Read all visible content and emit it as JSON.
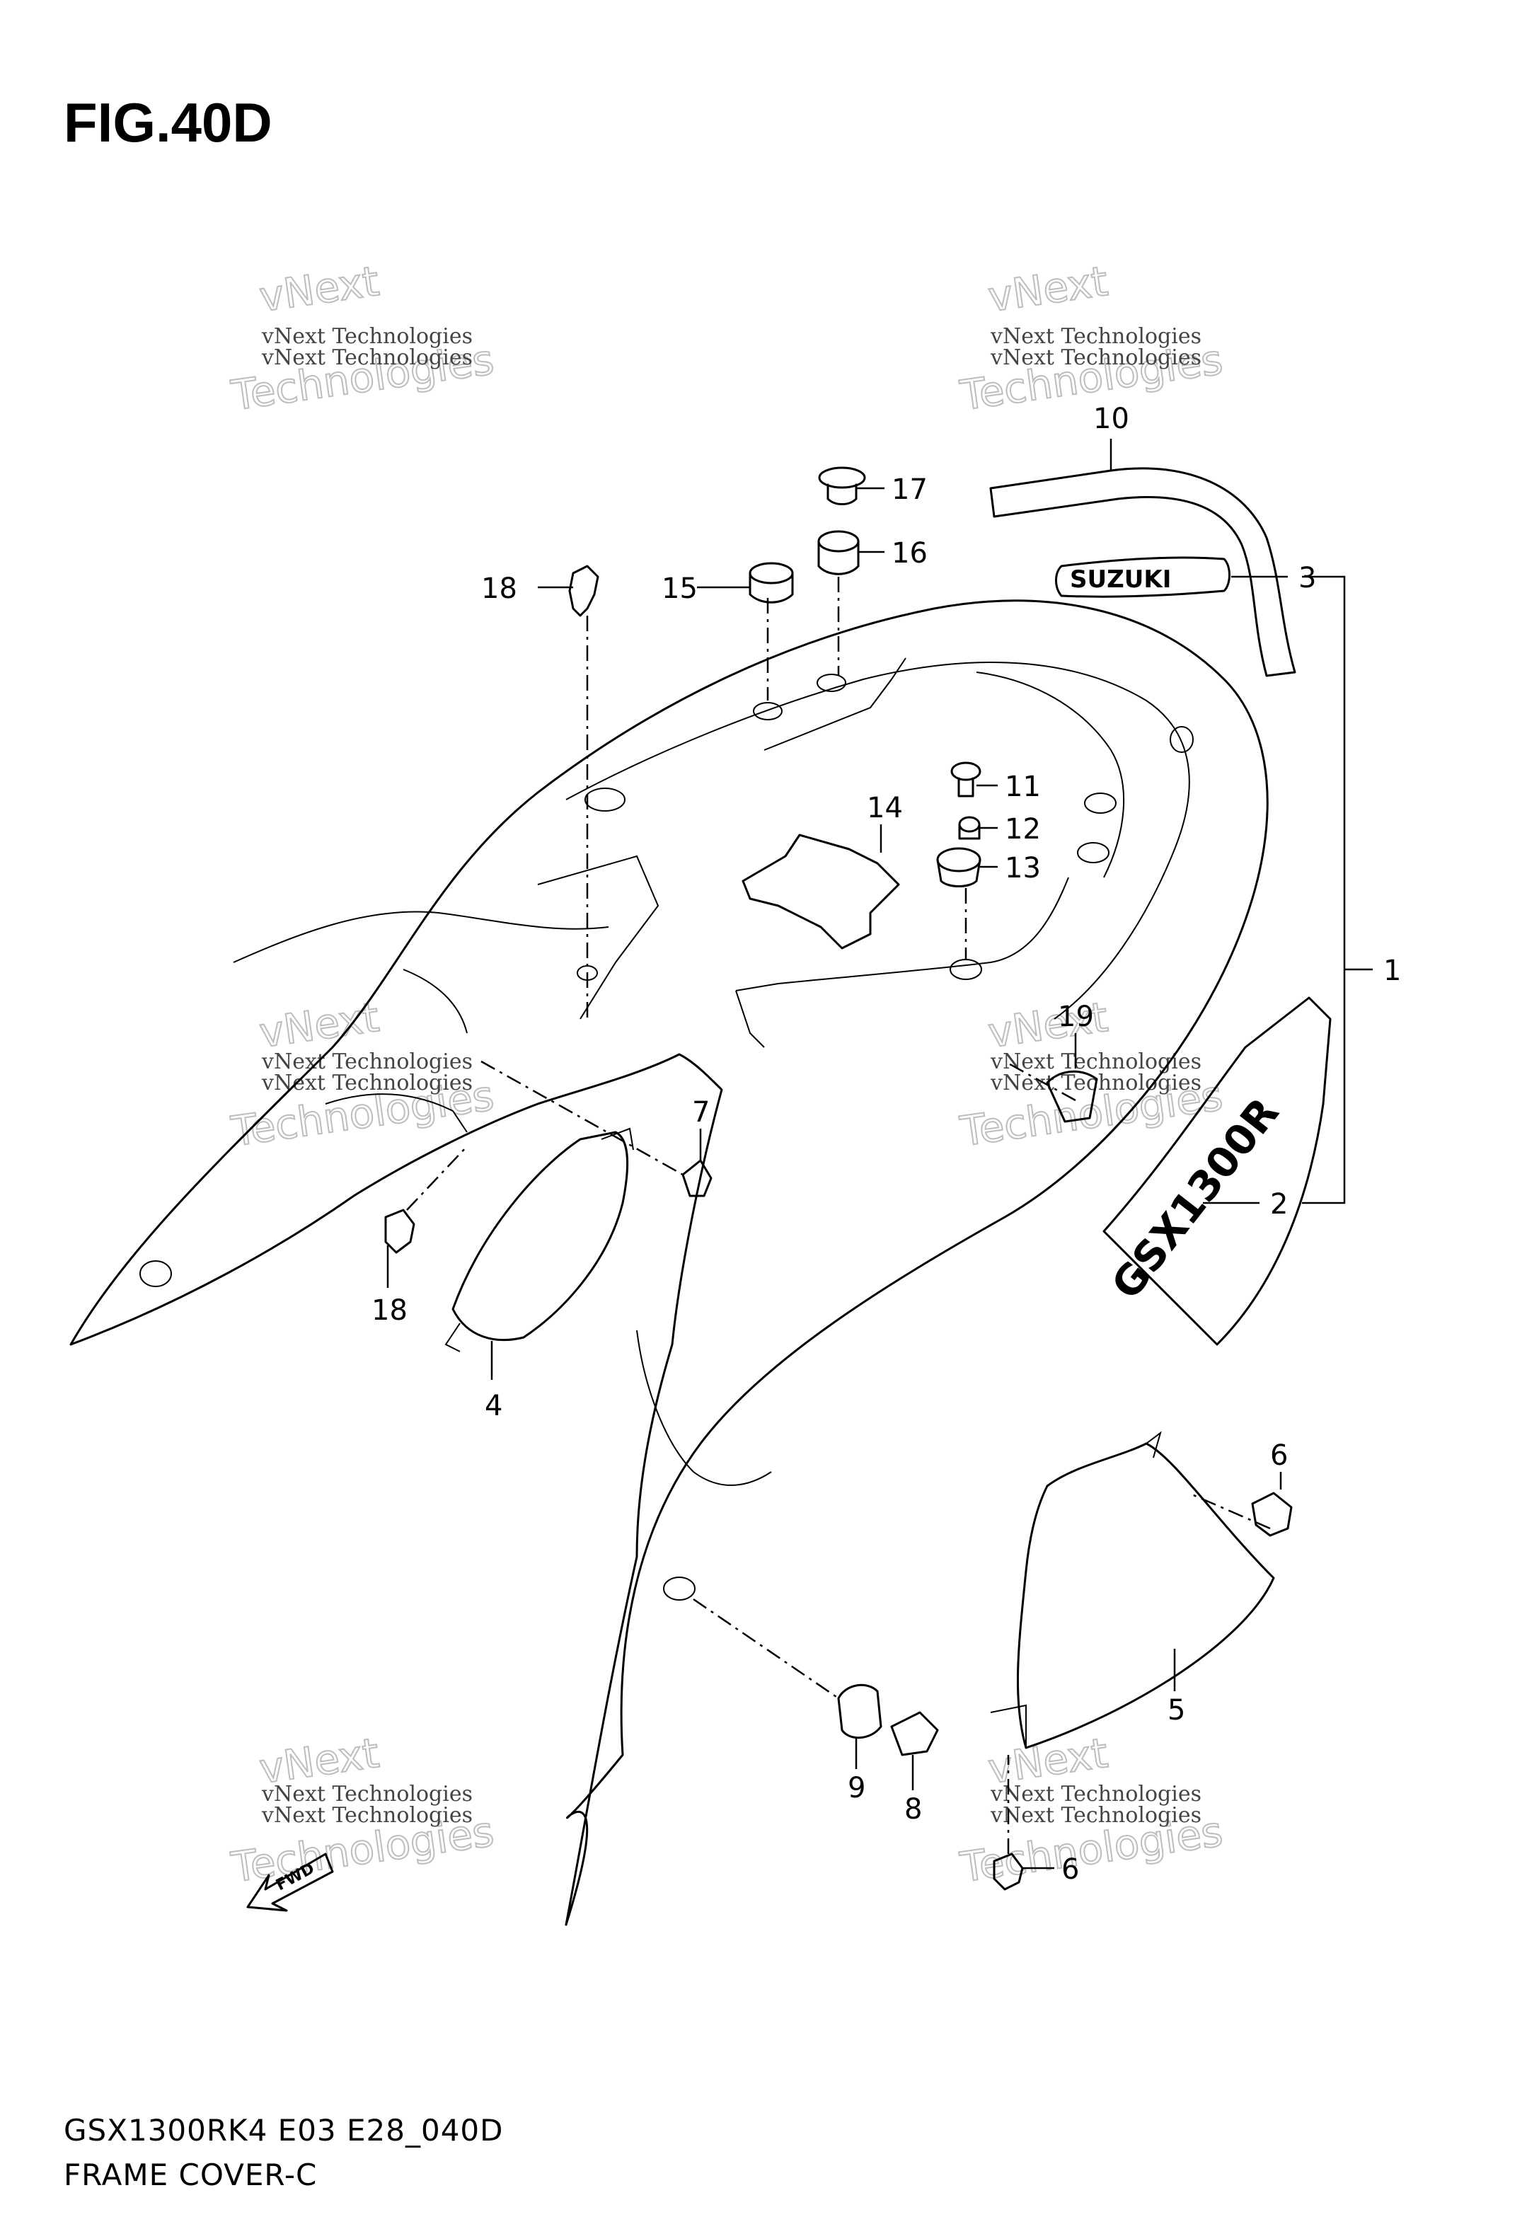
{
  "figure": {
    "title": "FIG.40D",
    "model_code": "GSX1300RK4 E03 E28_040D",
    "section_name": "FRAME COVER-C"
  },
  "watermarks": [
    {
      "line1": "vNext Technologies",
      "line2": "Technologies",
      "top": "vNext"
    },
    {
      "line1": "vNext Technologies",
      "line2": "Technologies",
      "top": "vNext"
    },
    {
      "line1": "vNext Technologies",
      "line2": "Technologies",
      "top": "vNext"
    },
    {
      "line1": "vNext Technologies",
      "line2": "Technologies",
      "top": "vNext"
    },
    {
      "line1": "vNext Technologies",
      "line2": "Technologies",
      "top": "vNext"
    },
    {
      "line1": "vNext Technologies",
      "line2": "Technologies",
      "top": "vNext"
    }
  ],
  "decals": {
    "suzuki": "SUZUKI",
    "model": "GSX1300R"
  },
  "fwd_arrow": "FWD",
  "callouts": [
    "1",
    "2",
    "3",
    "4",
    "5",
    "6",
    "6",
    "7",
    "8",
    "9",
    "10",
    "11",
    "12",
    "13",
    "14",
    "15",
    "16",
    "17",
    "18",
    "18",
    "19"
  ]
}
